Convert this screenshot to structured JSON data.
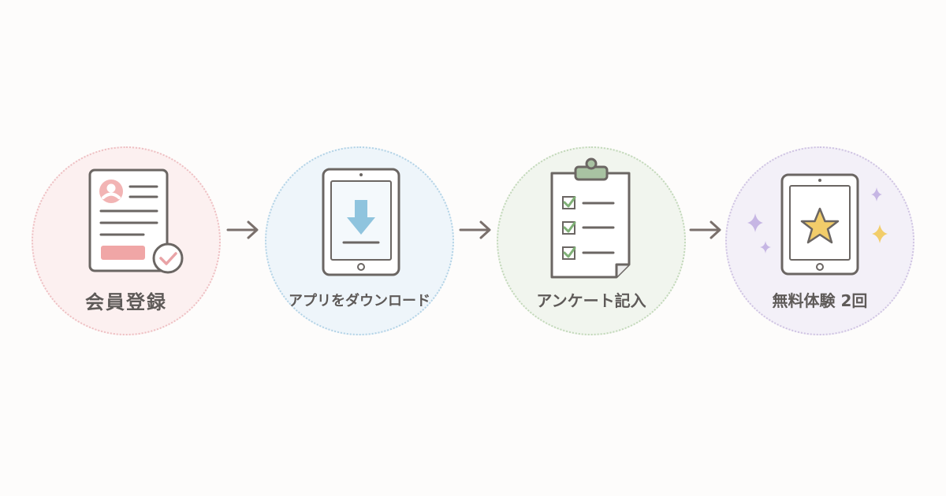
{
  "steps": [
    {
      "label": "会員登録",
      "icon": "registration-form-icon",
      "color": "#e9a3a6"
    },
    {
      "label": "アプリをダウンロード",
      "icon": "tablet-download-icon",
      "color": "#8fc4de"
    },
    {
      "label": "アンケート記入",
      "icon": "clipboard-checklist-icon",
      "color": "#8db882"
    },
    {
      "label": "無料体験 2回",
      "icon": "tablet-star-icon",
      "color": "#f2cd6a"
    }
  ],
  "colors": {
    "outline": "#6b6663",
    "arrow": "#7a706c",
    "text": "#5e5a58"
  }
}
